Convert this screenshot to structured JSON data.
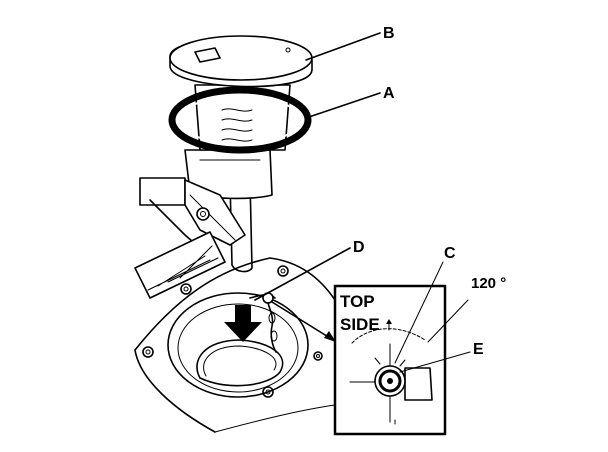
{
  "callouts": {
    "a": "A",
    "b": "B",
    "c": "C",
    "d": "D",
    "e": "E"
  },
  "inset": {
    "top_label": "TOP",
    "side_label": "SIDE",
    "angle_label": "120 °"
  }
}
